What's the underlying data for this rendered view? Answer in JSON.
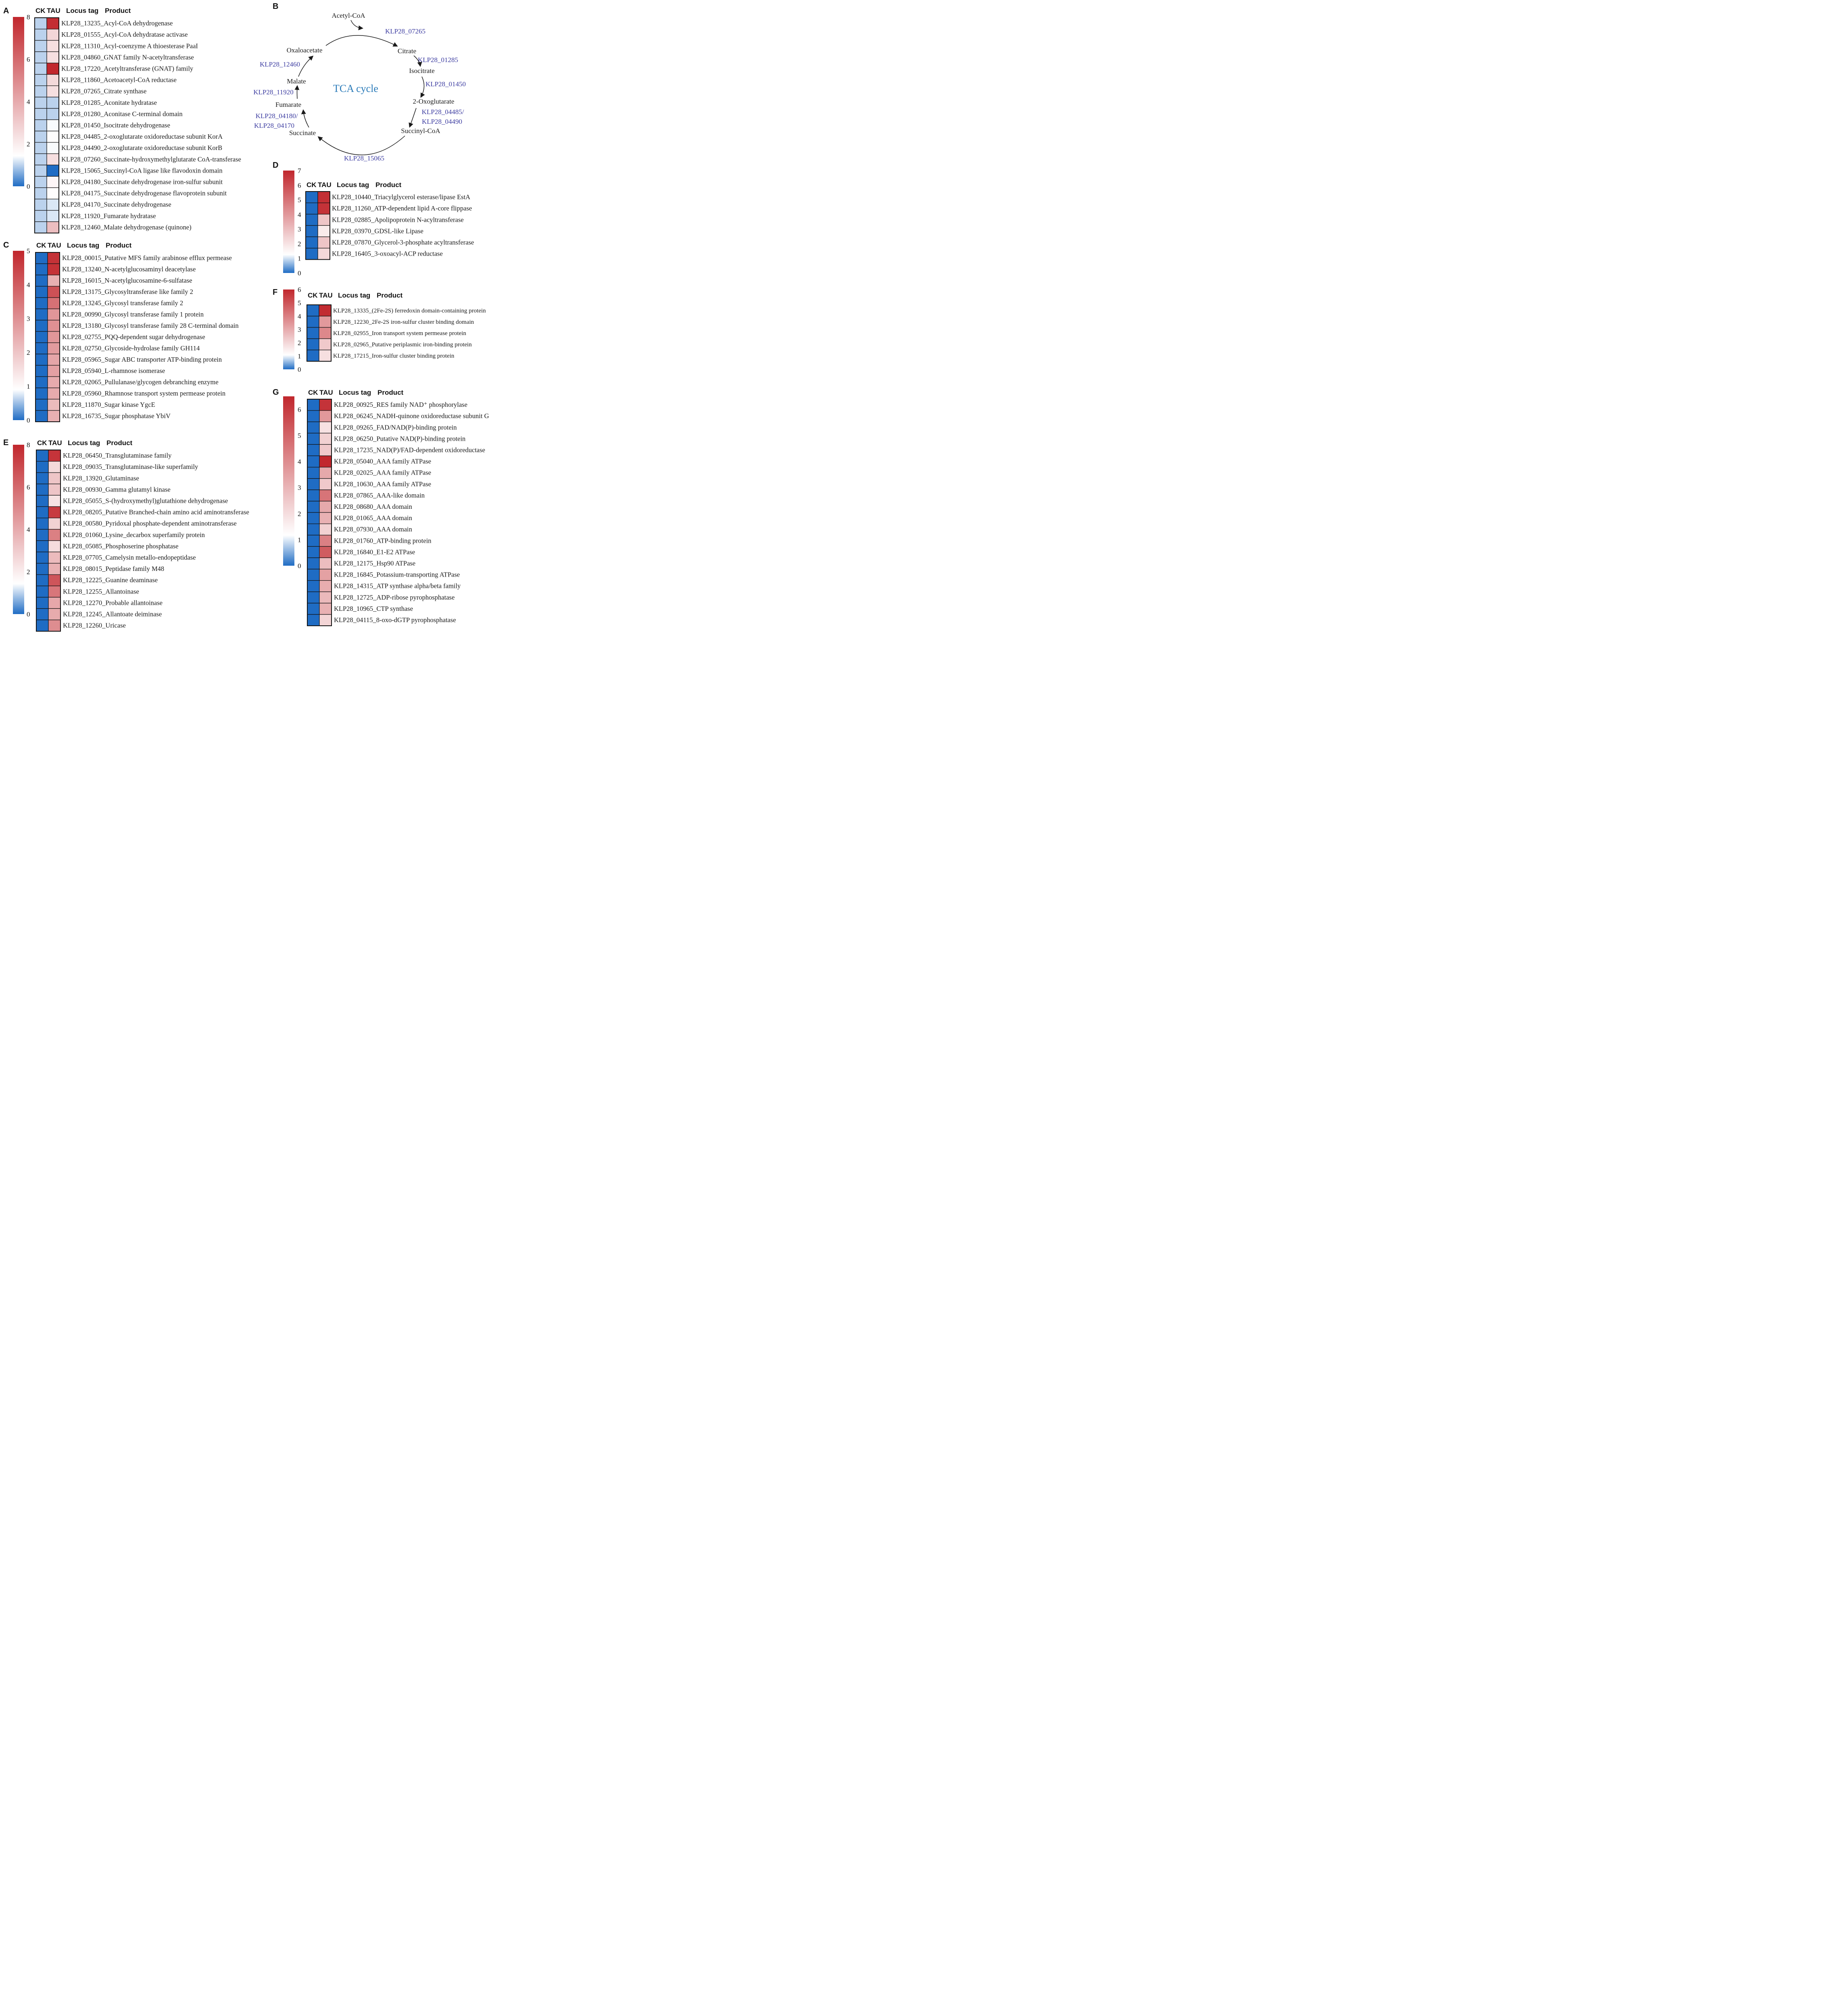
{
  "figure_colors": {
    "low": "#1f6cc4",
    "mid": "#ffffff",
    "high": "#c1272d",
    "tca_label": "#3b3ba0",
    "tca_title": "#2b7bb9"
  },
  "chart_data": [
    {
      "panel": "A",
      "type": "heatmap",
      "columns": [
        "CK",
        "TAU"
      ],
      "label_headers": [
        "Locus tag",
        "Product"
      ],
      "colorbar": {
        "min": 0,
        "max": 8,
        "ticks": [
          0,
          2,
          4,
          6,
          8
        ]
      },
      "rows": [
        {
          "label": "KLP28_13235_Acyl-CoA dehydrogenase",
          "CK": 1.0,
          "TAU": 7.8
        },
        {
          "label": "KLP28_01555_Acyl-CoA dehydratase activase",
          "CK": 1.0,
          "TAU": 2.7
        },
        {
          "label": "KLP28_11310_Acyl-coenzyme A thioesterase PaaI",
          "CK": 1.0,
          "TAU": 2.4
        },
        {
          "label": "KLP28_04860_GNAT family N-acetyltransferase",
          "CK": 1.0,
          "TAU": 2.4
        },
        {
          "label": "KLP28_17220_Acetyltransferase (GNAT) family",
          "CK": 1.0,
          "TAU": 8.0
        },
        {
          "label": "KLP28_11860_Acetoacetyl-CoA reductase",
          "CK": 1.0,
          "TAU": 2.6
        },
        {
          "label": "KLP28_07265_Citrate synthase",
          "CK": 1.0,
          "TAU": 2.4
        },
        {
          "label": "KLP28_01285_Aconitate hydratase",
          "CK": 1.0,
          "TAU": 1.0
        },
        {
          "label": "KLP28_01280_Aconitase C-terminal domain",
          "CK": 1.0,
          "TAU": 1.0
        },
        {
          "label": "KLP28_01450_Isocitrate dehydrogenase",
          "CK": 1.0,
          "TAU": 1.4
        },
        {
          "label": "KLP28_04485_2-oxoglutarate oxidoreductase subunit KorA",
          "CK": 1.0,
          "TAU": 1.5
        },
        {
          "label": "KLP28_04490_2-oxoglutarate oxidoreductase subunit KorB",
          "CK": 1.0,
          "TAU": 1.4
        },
        {
          "label": "KLP28_07260_Succinate-hydroxymethylglutarate CoA-transferase",
          "CK": 1.0,
          "TAU": 2.4
        },
        {
          "label": "KLP28_15065_Succinyl-CoA ligase like flavodoxin domain",
          "CK": 1.0,
          "TAU": 0.0
        },
        {
          "label": "KLP28_04180_Succinate dehydrogenase iron-sulfur subunit",
          "CK": 1.0,
          "TAU": 1.7
        },
        {
          "label": "KLP28_04175_Succinate dehydrogenase flavoprotein subunit",
          "CK": 1.0,
          "TAU": 1.5
        },
        {
          "label": "KLP28_04170_Succinate dehydrogenase",
          "CK": 1.0,
          "TAU": 1.2
        },
        {
          "label": "KLP28_11920_Fumarate hydratase",
          "CK": 1.0,
          "TAU": 1.2
        },
        {
          "label": "KLP28_12460_Malate dehydrogenase (quinone)",
          "CK": 1.0,
          "TAU": 3.4
        }
      ]
    },
    {
      "panel": "C",
      "type": "heatmap",
      "columns": [
        "CK",
        "TAU"
      ],
      "label_headers": [
        "Locus tag",
        "Product"
      ],
      "colorbar": {
        "min": 0,
        "max": 5,
        "ticks": [
          0,
          1,
          2,
          3,
          4,
          5
        ]
      },
      "rows": [
        {
          "label": "KLP28_00015_Putative MFS family arabinose efflux permease",
          "CK": 0,
          "TAU": 4.8
        },
        {
          "label": "KLP28_13240_N-acetylglucosaminyl deacetylase",
          "CK": 0,
          "TAU": 4.8
        },
        {
          "label": "KLP28_16015_N-acetylglucosamine-6-sulfatase",
          "CK": 0,
          "TAU": 2.4
        },
        {
          "label": "KLP28_13175_Glycosyltransferase like family 2",
          "CK": 0,
          "TAU": 4.2
        },
        {
          "label": "KLP28_13245_Glycosyl transferase family 2",
          "CK": 0,
          "TAU": 3.6
        },
        {
          "label": "KLP28_00990_Glycosyl transferase family 1 protein",
          "CK": 0,
          "TAU": 2.9
        },
        {
          "label": "KLP28_13180_Glycosyl transferase family 28 C-terminal domain",
          "CK": 0,
          "TAU": 3.0
        },
        {
          "label": "KLP28_02755_PQQ-dependent sugar dehydrogenase",
          "CK": 0,
          "TAU": 2.9
        },
        {
          "label": "KLP28_02750_Glycoside-hydrolase family GH114",
          "CK": 0,
          "TAU": 2.8
        },
        {
          "label": "KLP28_05965_Sugar ABC transporter ATP-binding protein",
          "CK": 0,
          "TAU": 2.6
        },
        {
          "label": "KLP28_05940_L-rhamnose isomerase",
          "CK": 0,
          "TAU": 2.7
        },
        {
          "label": "KLP28_02065_Pullulanase/glycogen debranching enzyme",
          "CK": 0,
          "TAU": 2.5
        },
        {
          "label": "KLP28_05960_Rhamnose transport system permease protein",
          "CK": 0,
          "TAU": 2.5
        },
        {
          "label": "KLP28_11870_Sugar kinase YgcE",
          "CK": 0,
          "TAU": 2.2
        },
        {
          "label": "KLP28_16735_Sugar phosphatase YbiV",
          "CK": 0,
          "TAU": 2.4
        }
      ]
    },
    {
      "panel": "E",
      "type": "heatmap",
      "columns": [
        "CK",
        "TAU"
      ],
      "label_headers": [
        "Locus tag",
        "Product"
      ],
      "colorbar": {
        "min": 0,
        "max": 8,
        "ticks": [
          0,
          2,
          4,
          6,
          8
        ]
      },
      "rows": [
        {
          "label": "KLP28_06450_Transglutaminase family",
          "CK": 0,
          "TAU": 7.6
        },
        {
          "label": "KLP28_09035_Transglutaminase-like superfamily",
          "CK": 0,
          "TAU": 2.6
        },
        {
          "label": "KLP28_13920_Glutaminase",
          "CK": 0,
          "TAU": 3.2
        },
        {
          "label": "KLP28_00930_Gamma glutamyl kinase",
          "CK": 0,
          "TAU": 3.2
        },
        {
          "label": "KLP28_05055_S-(hydroxymethyl)glutathione dehydrogenase",
          "CK": 0,
          "TAU": 2.3
        },
        {
          "label": "KLP28_08205_Putative Branched-chain amino acid aminotransferase",
          "CK": 0,
          "TAU": 7.4
        },
        {
          "label": "KLP28_00580_Pyridoxal phosphate-dependent aminotransferase",
          "CK": 0,
          "TAU": 2.8
        },
        {
          "label": "KLP28_01060_Lysine_decarbox superfamily protein",
          "CK": 0,
          "TAU": 5.3
        },
        {
          "label": "KLP28_05085_Phosphoserine phosphatase",
          "CK": 0,
          "TAU": 2.5
        },
        {
          "label": "KLP28_07705_Camelysin metallo-endopeptidase",
          "CK": 0,
          "TAU": 3.5
        },
        {
          "label": "KLP28_08015_Peptidase family M48",
          "CK": 0,
          "TAU": 3.8
        },
        {
          "label": "KLP28_12225_Guanine deaminase",
          "CK": 0,
          "TAU": 6.6
        },
        {
          "label": "KLP28_12255_Allantoinase",
          "CK": 0,
          "TAU": 5.6
        },
        {
          "label": "KLP28_12270_Probable allantoinase",
          "CK": 0,
          "TAU": 4.1
        },
        {
          "label": "KLP28_12245_Allantoate deiminase",
          "CK": 0,
          "TAU": 4.0
        },
        {
          "label": "KLP28_12260_Uricase",
          "CK": 0,
          "TAU": 4.9
        }
      ]
    },
    {
      "panel": "D",
      "type": "heatmap",
      "columns": [
        "CK",
        "TAU"
      ],
      "label_headers": [
        "Locus tag",
        "Product"
      ],
      "colorbar": {
        "min": 0,
        "max": 7,
        "ticks": [
          0,
          1,
          2,
          3,
          4,
          5,
          6,
          7
        ]
      },
      "rows": [
        {
          "label": "KLP28_10440_Triacylglycerol esterase/lipase EstA",
          "CK": 0,
          "TAU": 6.8
        },
        {
          "label": "KLP28_11260_ATP-dependent lipid A-core flippase",
          "CK": 0,
          "TAU": 6.7
        },
        {
          "label": "KLP28_02885_Apolipoprotein N-acyltransferase",
          "CK": 0,
          "TAU": 2.8
        },
        {
          "label": "KLP28_03970_GDSL-like Lipase",
          "CK": 0,
          "TAU": 1.8
        },
        {
          "label": "KLP28_07870_Glycerol-3-phosphate acyltransferase",
          "CK": 0,
          "TAU": 2.8
        },
        {
          "label": "KLP28_16405_3-oxoacyl-ACP reductase",
          "CK": 0,
          "TAU": 2.3
        }
      ]
    },
    {
      "panel": "F",
      "type": "heatmap",
      "columns": [
        "CK",
        "TAU"
      ],
      "label_headers": [
        "Locus tag",
        "Product"
      ],
      "colorbar": {
        "min": 0,
        "max": 6,
        "ticks": [
          0,
          1,
          2,
          3,
          4,
          5,
          6
        ]
      },
      "rows": [
        {
          "label": "KLP28_13335_(2Fe-2S) ferredoxin domain-containing protein",
          "CK": 0,
          "TAU": 5.9
        },
        {
          "label": "KLP28_12230_2Fe-2S iron-sulfur cluster binding domain",
          "CK": 0,
          "TAU": 3.4
        },
        {
          "label": "KLP28_02955_Iron transport system permease protein",
          "CK": 0,
          "TAU": 3.8
        },
        {
          "label": "KLP28_02965_Putative periplasmic iron-binding protein",
          "CK": 0,
          "TAU": 2.3
        },
        {
          "label": "KLP28_17215_Iron-sulfur cluster binding protein",
          "CK": 0,
          "TAU": 1.8
        }
      ]
    },
    {
      "panel": "G",
      "type": "heatmap",
      "columns": [
        "CK",
        "TAU"
      ],
      "label_headers": [
        "Locus tag",
        "Product"
      ],
      "colorbar": {
        "min": 0,
        "max": 6.5,
        "ticks": [
          0,
          1,
          2,
          3,
          4,
          5,
          6
        ]
      },
      "rows": [
        {
          "label": "KLP28_00925_RES family NAD⁺ phosphorylase",
          "CK": 0,
          "TAU": 6.2
        },
        {
          "label": "KLP28_06245_NADH-quinone oxidoreductase subunit G",
          "CK": 0,
          "TAU": 3.7
        },
        {
          "label": "KLP28_09265_FAD/NAD(P)-binding protein",
          "CK": 0,
          "TAU": 1.9
        },
        {
          "label": "KLP28_06250_Putative NAD(P)-binding protein",
          "CK": 0,
          "TAU": 2.3
        },
        {
          "label": "KLP28_17235_NAD(P)/FAD-dependent oxidoreductase",
          "CK": 0,
          "TAU": 2.5
        },
        {
          "label": "KLP28_05040_AAA family ATPase",
          "CK": 0,
          "TAU": 6.5
        },
        {
          "label": "KLP28_02025_AAA family ATPase",
          "CK": 0,
          "TAU": 3.3
        },
        {
          "label": "KLP28_10630_AAA family ATPase",
          "CK": 0,
          "TAU": 2.5
        },
        {
          "label": "KLP28_07865_AAA-like domain",
          "CK": 0,
          "TAU": 4.6
        },
        {
          "label": "KLP28_08680_AAA domain",
          "CK": 0,
          "TAU": 3.3
        },
        {
          "label": "KLP28_01065_AAA domain",
          "CK": 0,
          "TAU": 3.1
        },
        {
          "label": "KLP28_07930_AAA domain",
          "CK": 0,
          "TAU": 2.3
        },
        {
          "label": "KLP28_01760_ATP-binding protein",
          "CK": 0,
          "TAU": 4.3
        },
        {
          "label": "KLP28_16840_E1-E2 ATPase",
          "CK": 0,
          "TAU": 5.2
        },
        {
          "label": "KLP28_12175_Hsp90 ATPase",
          "CK": 0,
          "TAU": 2.8
        },
        {
          "label": "KLP28_16845_Potassium-transporting ATPase",
          "CK": 0,
          "TAU": 3.5
        },
        {
          "label": "KLP28_14315_ATP synthase alpha/beta family",
          "CK": 0,
          "TAU": 3.2
        },
        {
          "label": "KLP28_12725_ADP-ribose pyrophosphatase",
          "CK": 0,
          "TAU": 2.9
        },
        {
          "label": "KLP28_10965_CTP synthase",
          "CK": 0,
          "TAU": 3.1
        },
        {
          "label": "KLP28_04115_8-oxo-dGTP pyrophosphatase",
          "CK": 0,
          "TAU": 2.2
        }
      ]
    }
  ],
  "tca_panel": {
    "panel": "B",
    "title": "TCA cycle",
    "metabolites": [
      "Acetyl-CoA",
      "Citrate",
      "Isocitrate",
      "2-Oxoglutarate",
      "Succinyl-CoA",
      "Succinate",
      "Fumarate",
      "Malate",
      "Oxaloacetate"
    ],
    "enzymes": [
      "KLP28_07265",
      "KLP28_01285",
      "KLP28_01450",
      "KLP28_04485/",
      "KLP28_04490",
      "KLP28_15065",
      "KLP28_04180/",
      "KLP28_04170",
      "KLP28_11920",
      "KLP28_12460"
    ]
  }
}
